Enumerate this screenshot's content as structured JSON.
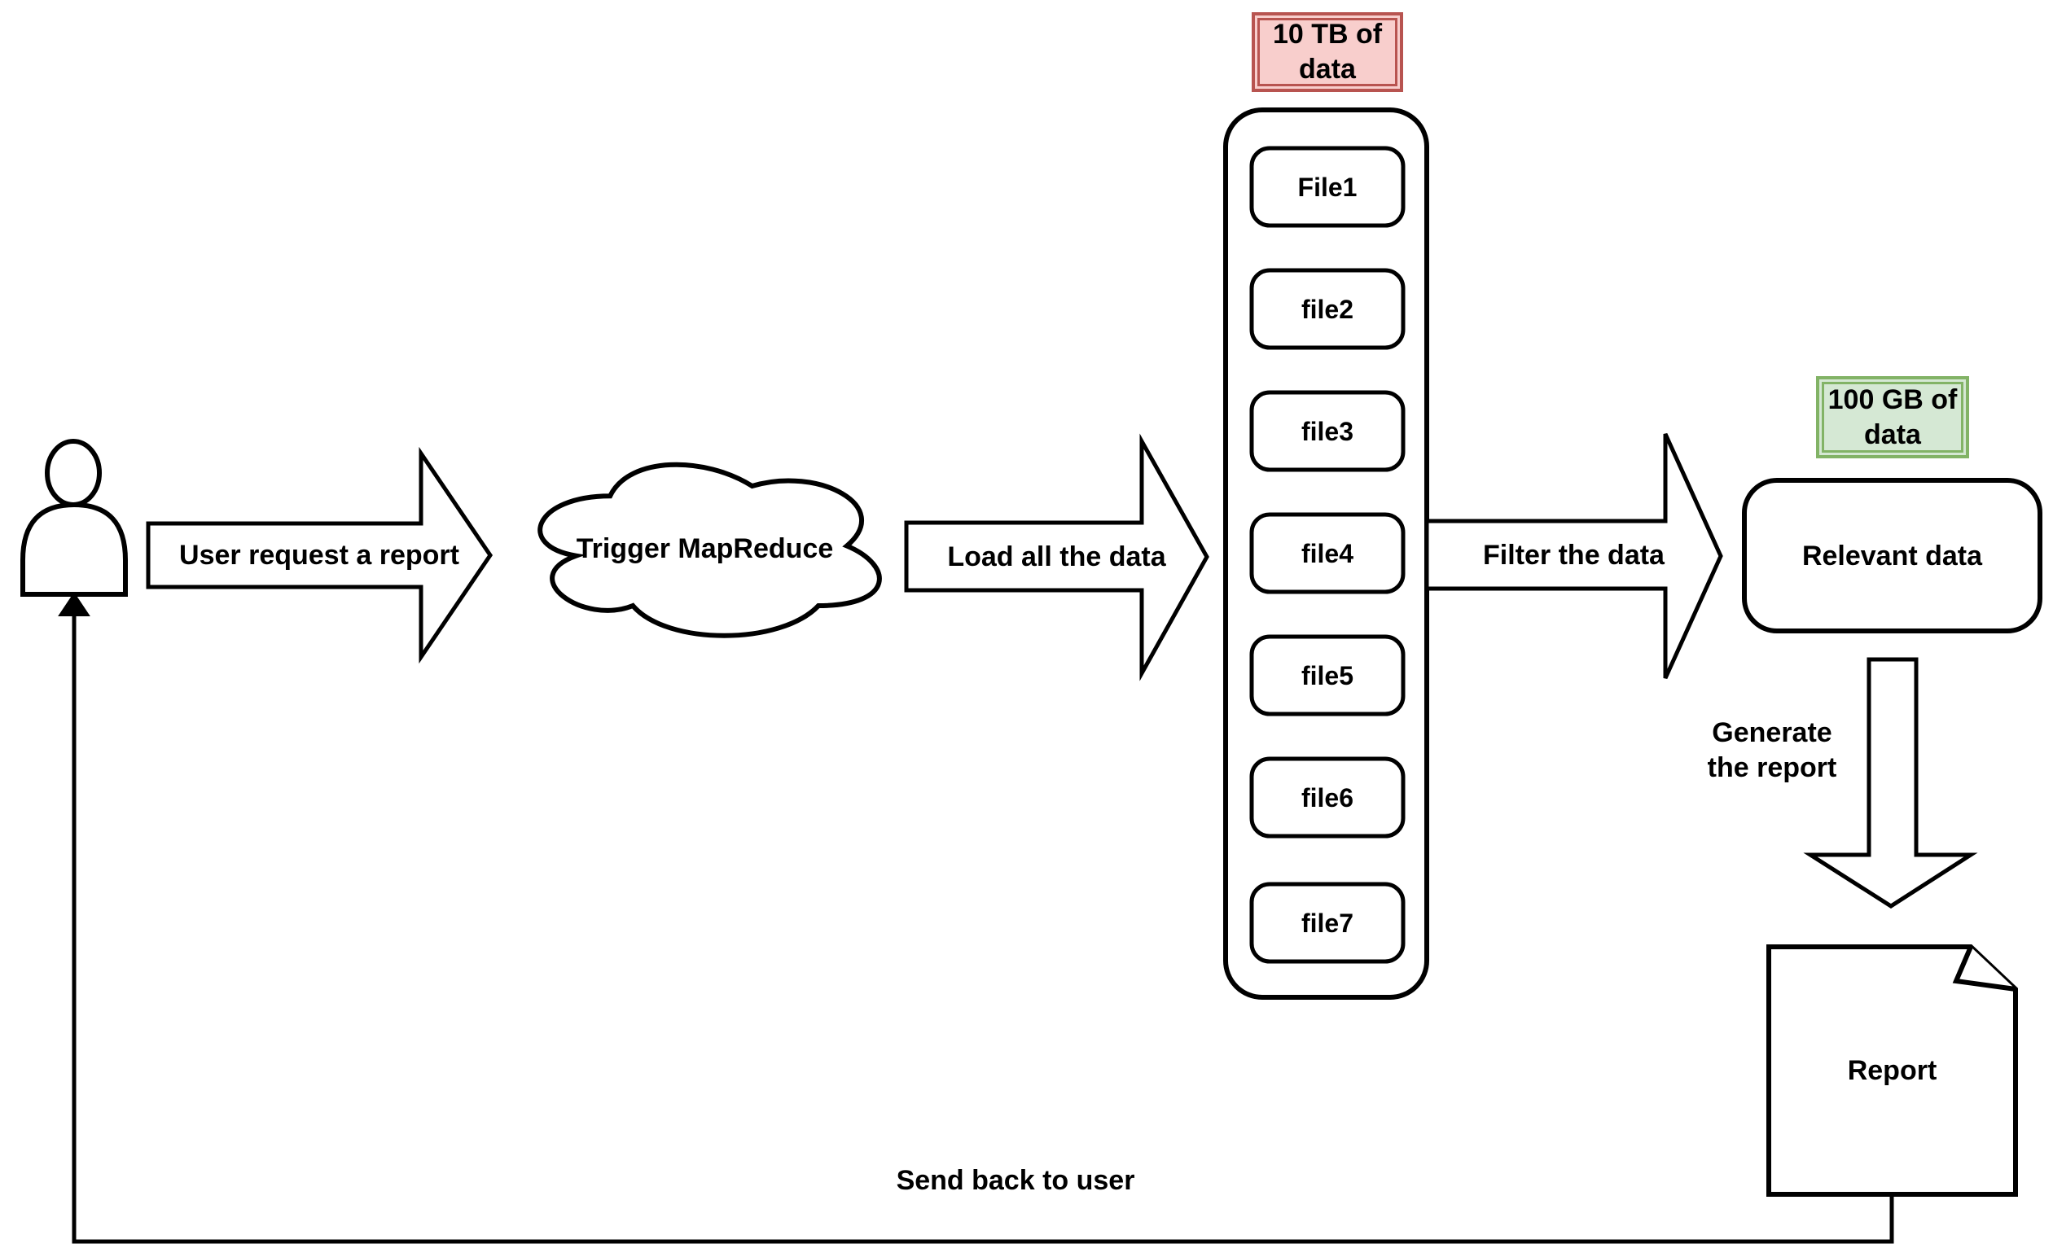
{
  "flow": {
    "request_arrow_label": "User request a report",
    "cloud_label": "Trigger MapReduce",
    "load_arrow_label": "Load all the data",
    "filter_arrow_label": "Filter the data",
    "generate_label_line1": "Generate",
    "generate_label_line2": "the report",
    "send_back_label": "Send back to user"
  },
  "badges": {
    "source": {
      "line1": "10 TB of",
      "line2": "data",
      "fill": "#f8cecc",
      "border": "#b85450"
    },
    "filtered": {
      "line1": "100 GB of",
      "line2": "data",
      "fill": "#d5e8d4",
      "border": "#82b366"
    }
  },
  "nodes": {
    "relevant_data_label": "Relevant data",
    "report_label": "Report"
  },
  "files": [
    "File1",
    "file2",
    "file3",
    "file4",
    "file5",
    "file6",
    "file7"
  ],
  "colors": {
    "stroke": "#000000",
    "shape_fill": "#ffffff"
  }
}
